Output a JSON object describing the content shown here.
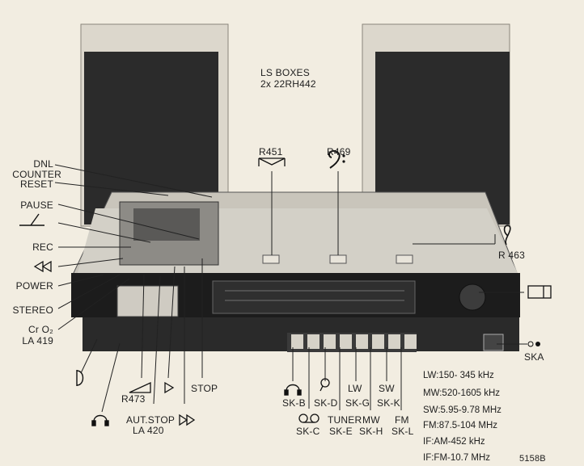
{
  "speakers": {
    "label_line1": "LS BOXES",
    "label_line2": "2x 22RH442"
  },
  "controls": {
    "r451": "R451",
    "r469": "R469",
    "r463": "R 463",
    "dnl": "DNL",
    "counter_reset_line1": "COUNTER",
    "counter_reset_line2": "RESET",
    "pause": "PAUSE",
    "rec": "REC",
    "power": "POWER",
    "stereo": "STEREO",
    "cro2_line1": "Cr O₂",
    "cro2_line2": "LA 419",
    "r473": "R473",
    "autstop_line1": "AUT.STOP",
    "autstop_line2": "LA 420",
    "stop": "STOP",
    "ska": "SKA",
    "skb": "SK-B",
    "skc": "SK-C",
    "skd": "SK-D",
    "ske_line1": "TUNER",
    "ske_line2": "SK-E",
    "skg_line1": "LW",
    "skg_line2": "SK-G",
    "skh_line1": "MW",
    "skh_line2": "SK-H",
    "skk_line1": "SW",
    "skk_line2": "SK-K",
    "skl_line1": "FM",
    "skl_line2": "SK-L"
  },
  "specs": [
    "LW:150- 345 kHz",
    "MW:520-1605 kHz",
    "SW:5.95-9.78 MHz",
    "FM:87.5-104 MHz",
    "IF:AM-452 kHz",
    "IF:FM-10.7 MHz"
  ],
  "figure_number": "5158B",
  "icons": [
    "headphones-icon",
    "bass-clef-icon",
    "treble-clef-icon",
    "tape-reel-icon",
    "tone-wedge-icon",
    "volume-wedge-icon",
    "rewind-icon",
    "play-icon",
    "fast-forward-icon",
    "record-pen-icon",
    "tuner-knob-icon",
    "ska-socket-icon"
  ]
}
